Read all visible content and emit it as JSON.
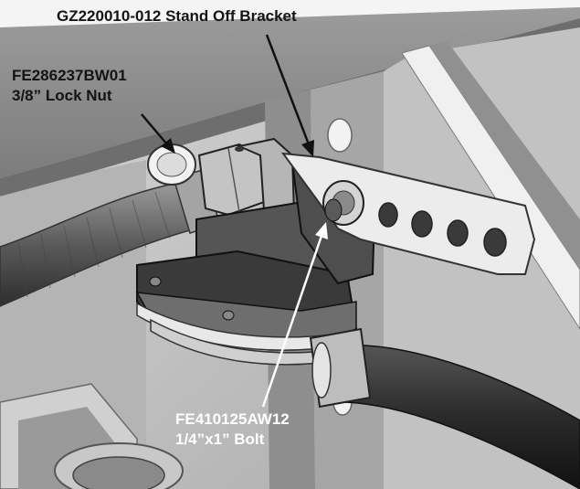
{
  "callouts": {
    "bracket": {
      "line1": "GZ220010-012 Stand Off Bracket"
    },
    "lock_nut": {
      "line1": "FE286237BW01",
      "line2": "3/8” Lock Nut"
    },
    "bolt": {
      "line1": "FE410125AW12",
      "line2": "1/4”x1” Bolt"
    }
  },
  "colors": {
    "label_dark": "#141414",
    "label_light": "#ffffff",
    "leader_dark": "#111111",
    "leader_light": "#ffffff"
  }
}
